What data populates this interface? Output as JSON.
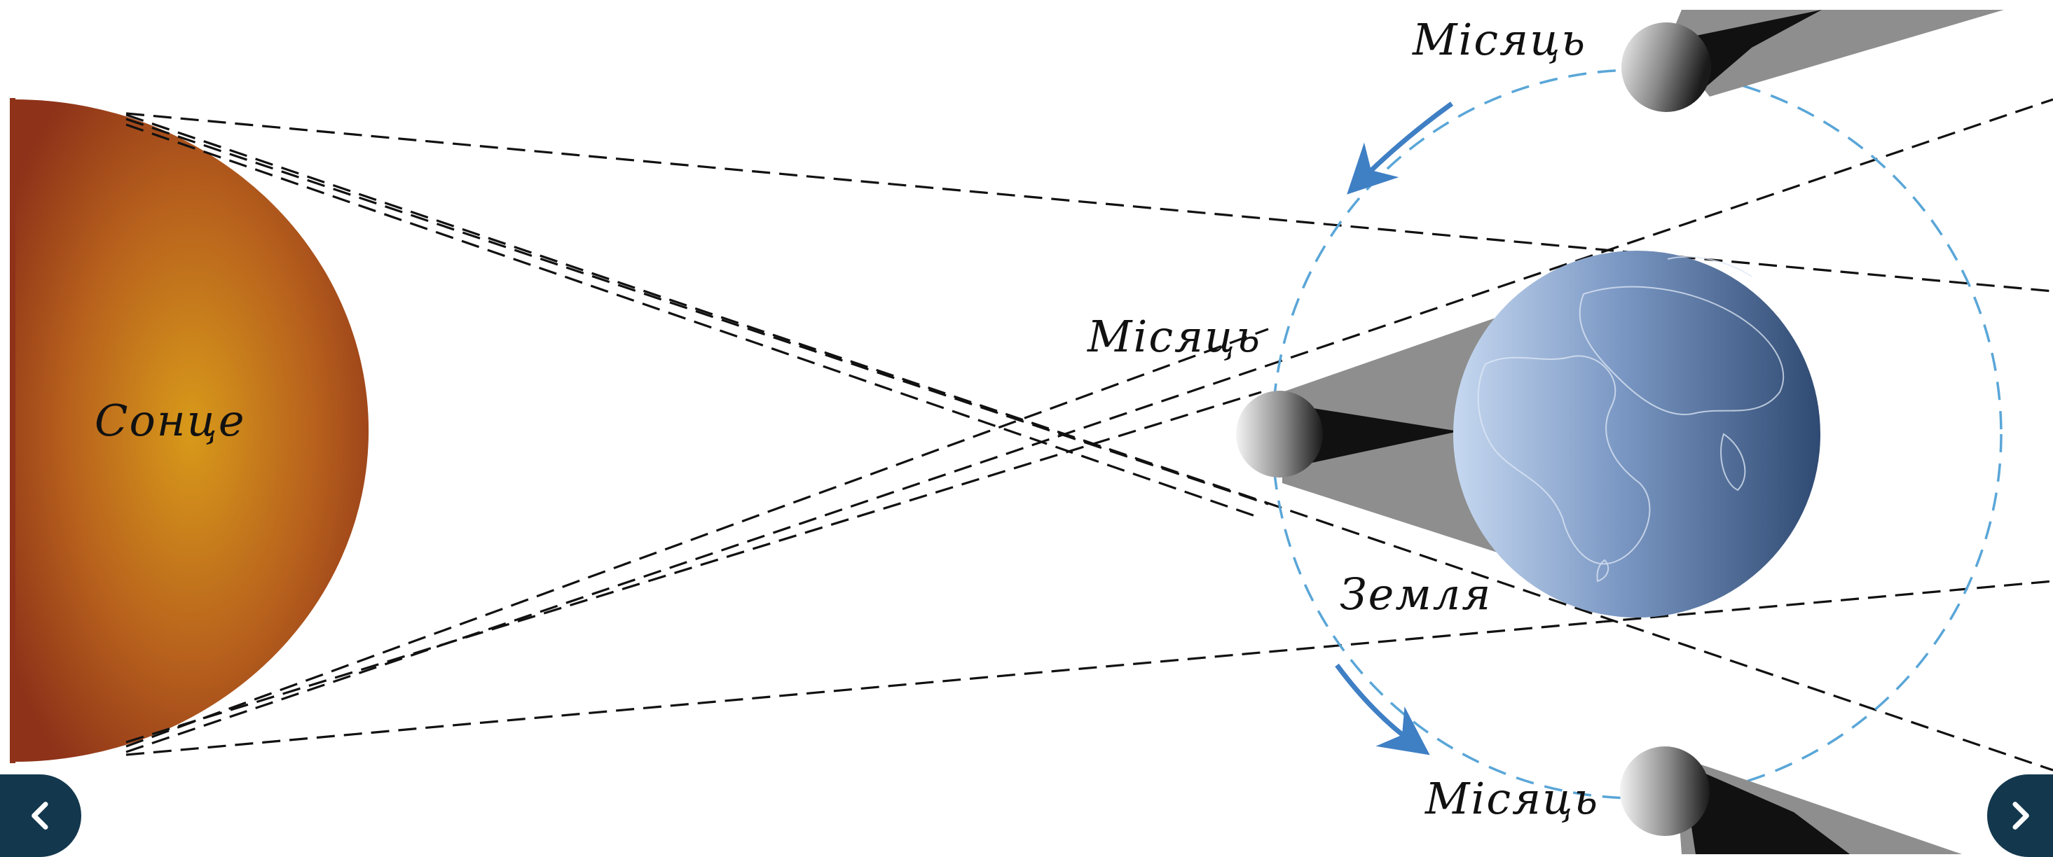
{
  "diagram": {
    "labels": {
      "sun": "Сонце",
      "earth": "Земля",
      "moon_top": "Місяць",
      "moon_left": "Місяць",
      "moon_bottom": "Місяць"
    }
  },
  "navigation": {
    "prev_icon": "chevron-left-icon",
    "next_icon": "chevron-right-icon"
  },
  "colors": {
    "sun_center": "#d89a1a",
    "sun_edge": "#8e3219",
    "earth_light": "#c6d8f0",
    "earth_dark": "#2f4a72",
    "orbit": "#5aa6d8",
    "arrow": "#3f7fc4",
    "nav_button": "#13384e"
  }
}
